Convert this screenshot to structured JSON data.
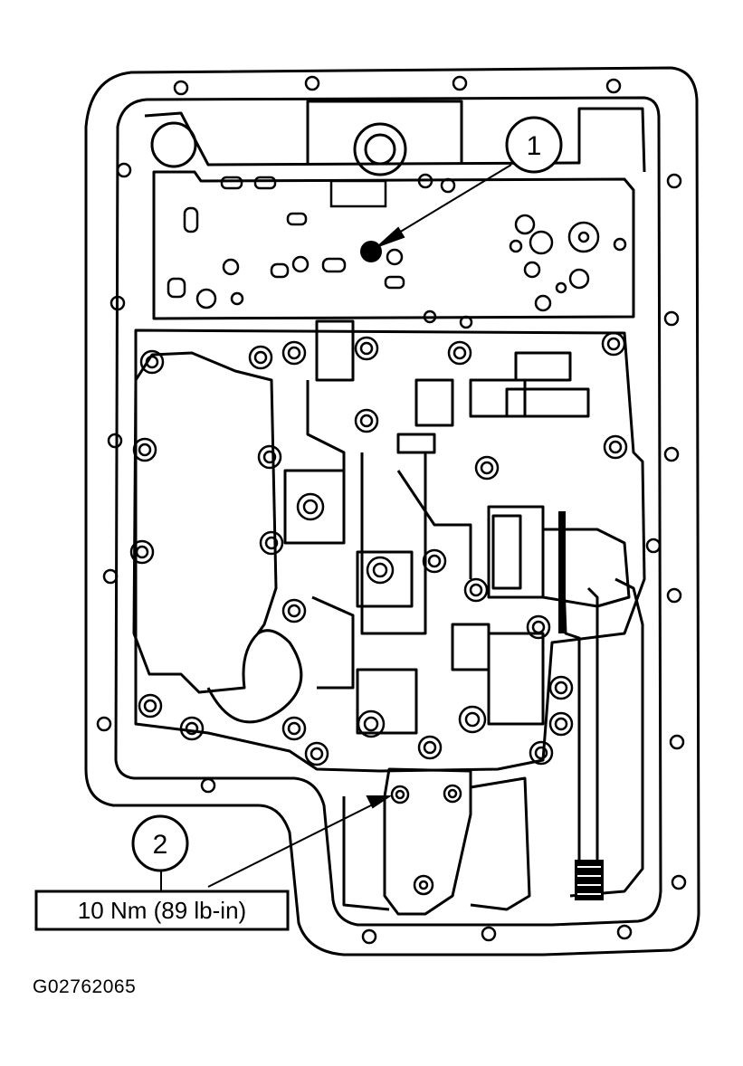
{
  "callouts": [
    {
      "number": "1"
    },
    {
      "number": "2",
      "spec": "10 Nm (89 lb-in)"
    }
  ],
  "figure_id": "G02762065",
  "colors": {
    "line": "#000000",
    "background": "#ffffff"
  }
}
